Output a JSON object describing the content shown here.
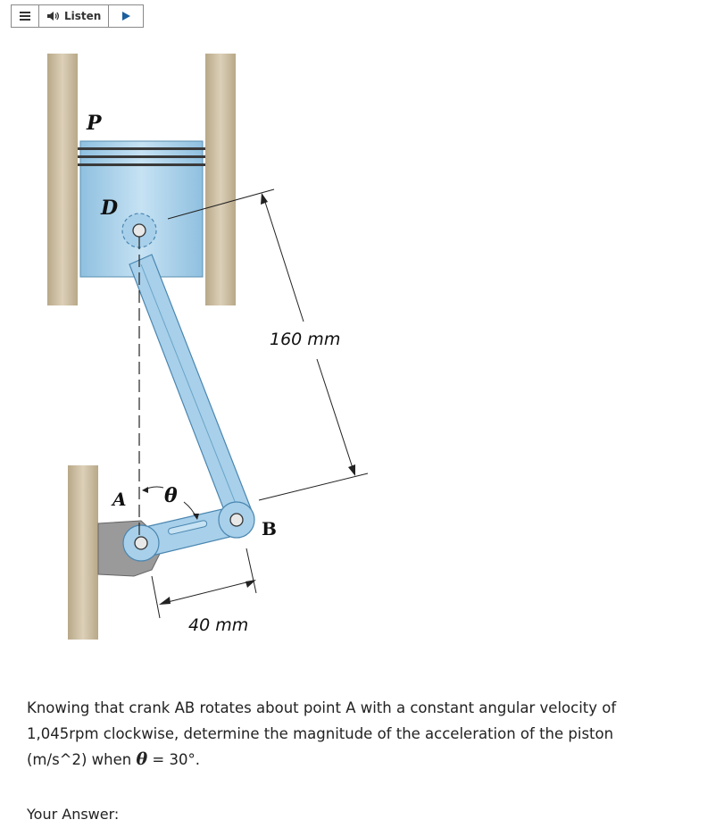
{
  "toolbar": {
    "menu_icon": "hamburger-icon",
    "listen_label": "Listen",
    "speaker_icon": "speaker-icon",
    "play_icon": "play-icon"
  },
  "figure": {
    "label_P": "P",
    "label_D": "D",
    "label_A": "A",
    "label_B": "B",
    "label_theta": "θ",
    "dim_rod": "160 mm",
    "dim_crank": "40 mm"
  },
  "question": {
    "line1": "Knowing that crank AB rotates about point A with a constant angular velocity of",
    "line2": "1,045rpm clockwise, determine the magnitude of the acceleration of the piston",
    "line3_pre": "(m/s^2) when",
    "theta_symbol": "θ",
    "equals": " = ",
    "angle_value": "30°."
  },
  "answer": {
    "label": "Your Answer:"
  }
}
